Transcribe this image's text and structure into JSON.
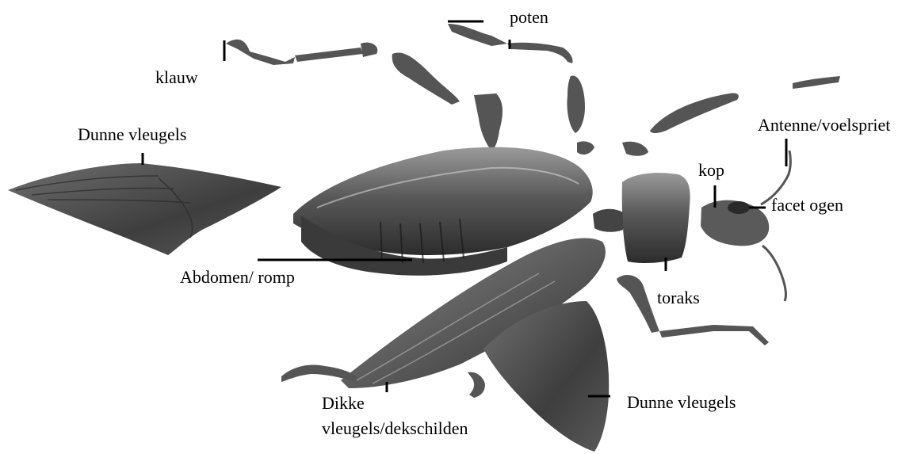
{
  "diagram": {
    "subject": "beetle-anatomy",
    "labels": {
      "poten": "poten",
      "klauw": "klauw",
      "dunne_vleugels_left": "Dunne vleugels",
      "antenne": "Antenne/voelspriet",
      "kop": "kop",
      "facet_ogen": "facet ogen",
      "abdomen": "Abdomen/ romp",
      "toraks": "toraks",
      "dikke_vleugels_line1": "Dikke",
      "dikke_vleugels_line2": "vleugels/dekschilden",
      "dunne_vleugels_right": "Dunne vleugels"
    }
  }
}
